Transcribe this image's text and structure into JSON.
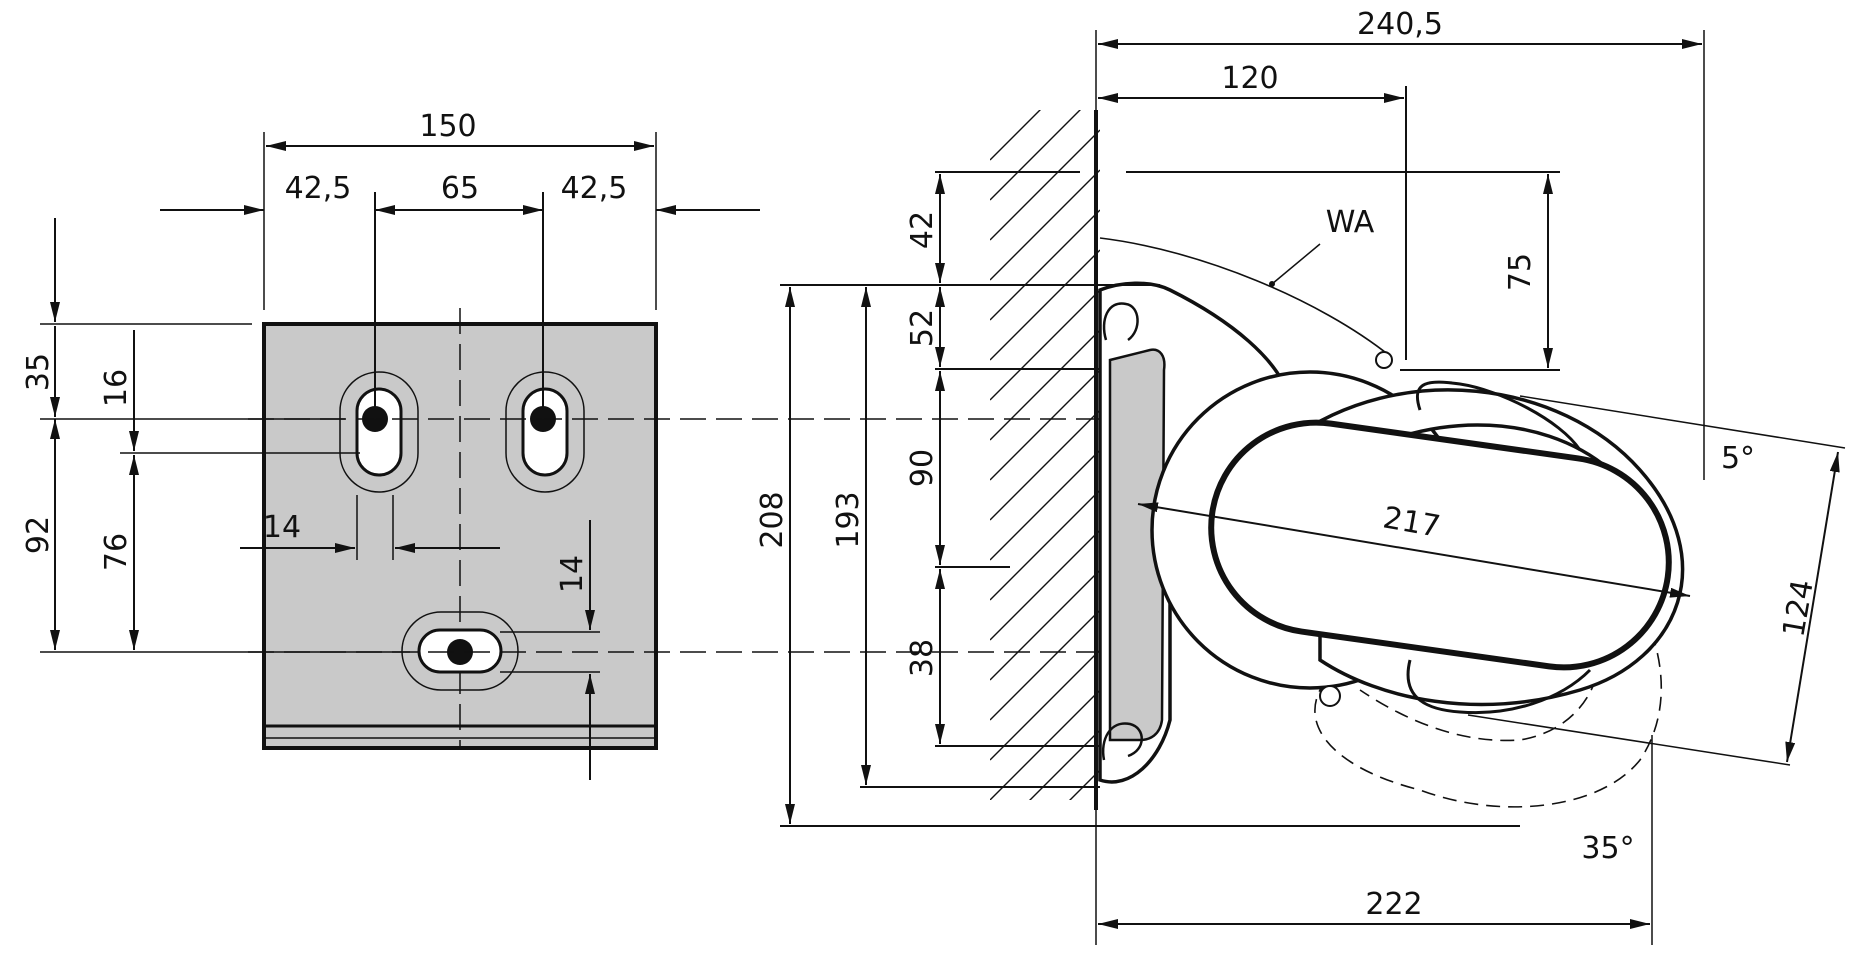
{
  "colors": {
    "ink": "#111111",
    "plate": "#c9c9c9",
    "body": "#ffffff"
  },
  "mounting_plate": {
    "width": "150",
    "offset_left": "42,5",
    "hole_spacing": "65",
    "offset_right": "42,5",
    "top_to_holes": "35",
    "holes_to_bottom_hole": "92",
    "slot_length_top": "16",
    "slot_to_bottom_hole": "76",
    "slot_width": "14",
    "slot_height": "14"
  },
  "side_view": {
    "overall_depth": "240,5",
    "depth_to_pivot": "120",
    "wall_offset_top": "42",
    "plate_offset": "52",
    "hole_spacing": "90",
    "bottom_offset": "38",
    "overall_height": "208",
    "plate_height": "193",
    "pivot_height": "75",
    "reach": "217",
    "label_wa": "WA",
    "tilt_angle": "5°",
    "front_height": "124",
    "swing_angle": "35°",
    "bottom_depth": "222"
  }
}
